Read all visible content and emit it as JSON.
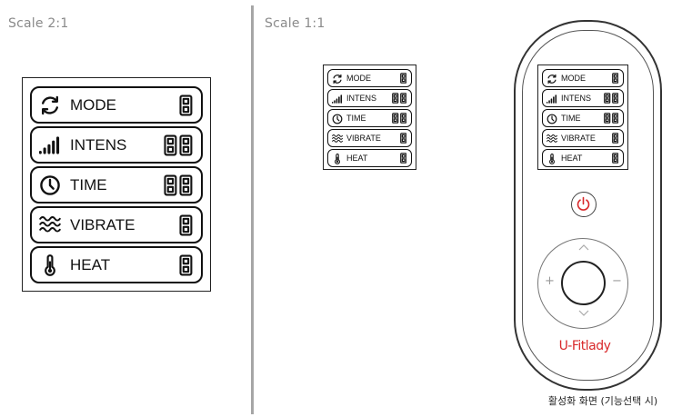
{
  "labels": {
    "scale_large": "Scale 2:1",
    "scale_small": "Scale 1:1"
  },
  "lcd_rows": [
    {
      "label": "MODE",
      "icon": "refresh-icon",
      "digits": 1
    },
    {
      "label": "INTENS",
      "icon": "signal-bars-icon",
      "digits": 2
    },
    {
      "label": "TIME",
      "icon": "clock-icon",
      "digits": 2
    },
    {
      "label": "VIBRATE",
      "icon": "wave-icon",
      "digits": 1
    },
    {
      "label": "HEAT",
      "icon": "thermometer-icon",
      "digits": 1
    }
  ],
  "remote": {
    "power_icon": "power-icon",
    "up_symbol": "^",
    "down_symbol": "v",
    "plus_symbol": "+",
    "minus_symbol": "−",
    "brand_text": "U-Fitlady",
    "brand_color": "#d8282a",
    "power_color": "#d8282a"
  },
  "caption": "활성화 화면 (기능선택 시)"
}
